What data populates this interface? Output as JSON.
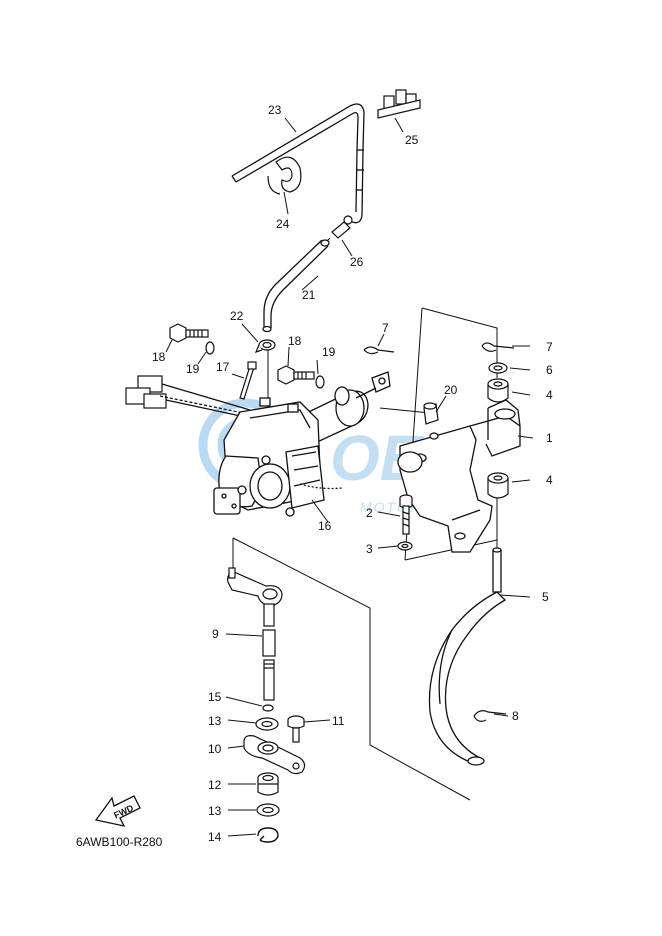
{
  "diagram": {
    "code": "6AWB100-R280",
    "fwd_label": "FWD",
    "watermark": {
      "brand": "OEM",
      "sub": "MOTORPARTS"
    },
    "callouts": [
      {
        "id": "c23",
        "text": "23"
      },
      {
        "id": "c25",
        "text": "25"
      },
      {
        "id": "c24",
        "text": "24"
      },
      {
        "id": "c26",
        "text": "26"
      },
      {
        "id": "c21",
        "text": "21"
      },
      {
        "id": "c22",
        "text": "22"
      },
      {
        "id": "c18a",
        "text": "18"
      },
      {
        "id": "c18b",
        "text": "18"
      },
      {
        "id": "c19a",
        "text": "19"
      },
      {
        "id": "c19b",
        "text": "19"
      },
      {
        "id": "c17",
        "text": "17"
      },
      {
        "id": "c7a",
        "text": "7"
      },
      {
        "id": "c7b",
        "text": "7"
      },
      {
        "id": "c6",
        "text": "6"
      },
      {
        "id": "c4a",
        "text": "4"
      },
      {
        "id": "c4b",
        "text": "4"
      },
      {
        "id": "c20",
        "text": "20"
      },
      {
        "id": "c1",
        "text": "1"
      },
      {
        "id": "c2",
        "text": "2"
      },
      {
        "id": "c3",
        "text": "3"
      },
      {
        "id": "c16",
        "text": "16"
      },
      {
        "id": "c5",
        "text": "5"
      },
      {
        "id": "c9",
        "text": "9"
      },
      {
        "id": "c8",
        "text": "8"
      },
      {
        "id": "c15",
        "text": "15"
      },
      {
        "id": "c13a",
        "text": "13"
      },
      {
        "id": "c11",
        "text": "11"
      },
      {
        "id": "c10",
        "text": "10"
      },
      {
        "id": "c12",
        "text": "12"
      },
      {
        "id": "c13b",
        "text": "13"
      },
      {
        "id": "c14",
        "text": "14"
      }
    ]
  }
}
